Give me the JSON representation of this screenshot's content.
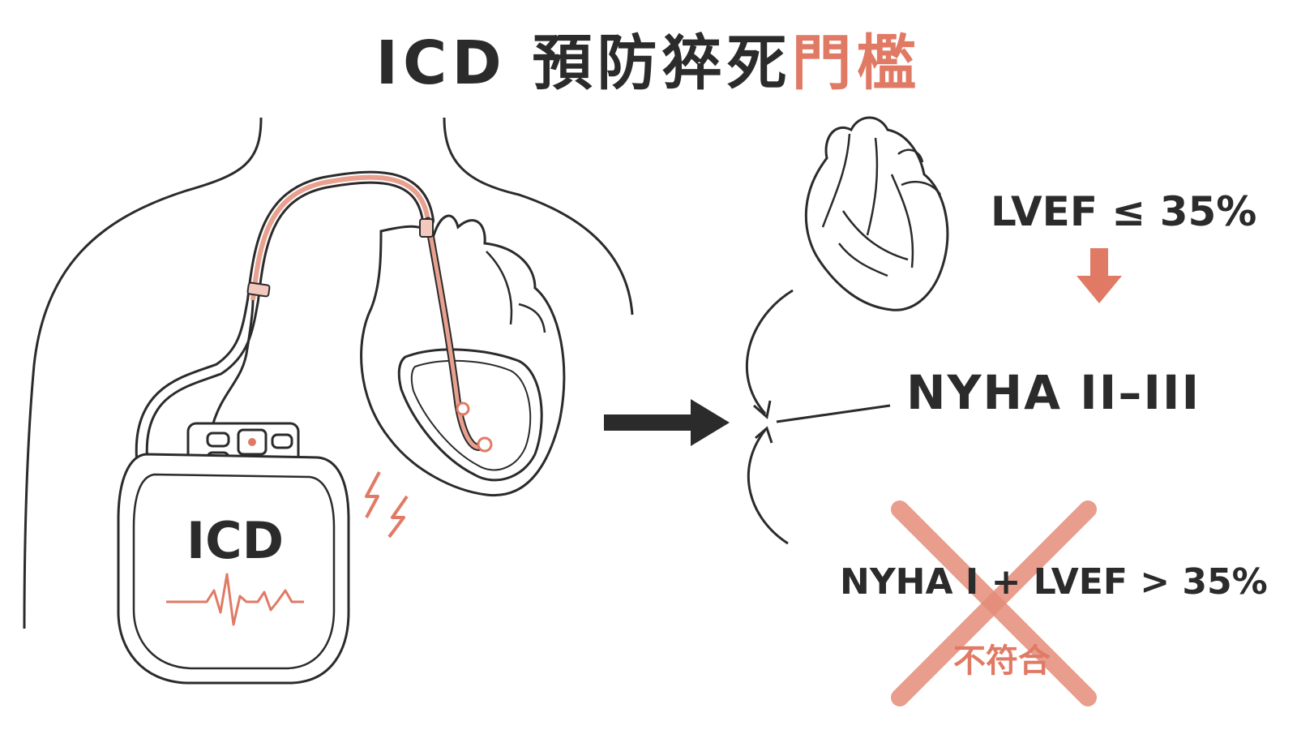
{
  "title": {
    "main": "ICD 預防猝死",
    "accent": "門檻"
  },
  "device": {
    "label": "ICD"
  },
  "criteria": {
    "lvef": "LVEF ≤ 35%",
    "nyha": "NYHA II–III",
    "exclusion": "NYHA I + LVEF > 35%",
    "exclusion_mark": "不符合"
  },
  "colors": {
    "accent": "#e07a65",
    "ink": "#2b2b2b",
    "cross": "#e48c7a"
  }
}
